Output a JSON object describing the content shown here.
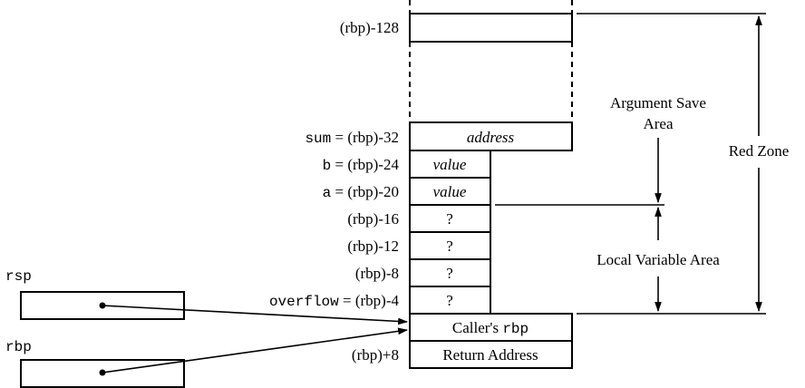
{
  "stack": {
    "top_slot": {
      "label": "(rbp)-128"
    },
    "sum_slot": {
      "var": "sum",
      "eq": " = ",
      "offset": "(rbp)-32",
      "content": "address"
    },
    "b_slot": {
      "var": "b",
      "eq": " = ",
      "offset": "(rbp)-24",
      "content": "value"
    },
    "a_slot": {
      "var": "a",
      "eq": " = ",
      "offset": "(rbp)-20",
      "content": "value"
    },
    "slot_16": {
      "offset": "(rbp)-16",
      "content": "?"
    },
    "slot_12": {
      "offset": "(rbp)-12",
      "content": "?"
    },
    "slot_8": {
      "offset": "(rbp)-8",
      "content": "?"
    },
    "overflow_slot": {
      "var": "overflow",
      "eq": " = ",
      "offset": "(rbp)-4",
      "content": "?"
    },
    "callers_rbp": {
      "prefix": "Caller's ",
      "reg": "rbp"
    },
    "return_address": {
      "offset": "(rbp)+8",
      "content": "Return Address"
    }
  },
  "registers": {
    "rsp": "rsp",
    "rbp": "rbp"
  },
  "regions": {
    "argument_save_line1": "Argument Save",
    "argument_save_line2": "Area",
    "local_variable": "Local Variable Area",
    "red_zone": "Red Zone"
  }
}
